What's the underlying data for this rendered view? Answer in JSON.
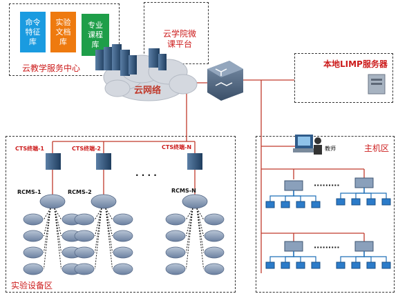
{
  "cloud_center": {
    "title": "云教学服务中心",
    "tiles": [
      {
        "label": "命令\n特征\n库",
        "color": "#1a9be0"
      },
      {
        "label": "实验\n文档\n库",
        "color": "#ee7a0f"
      },
      {
        "label": "专业\n课程\n库",
        "color": "#1e9e49"
      }
    ]
  },
  "micro_platform": {
    "title": "云学院微\n课平台"
  },
  "cloud_network": {
    "label": "云网络"
  },
  "local_server": {
    "title": "本地LIMP服务器"
  },
  "lab_zone": {
    "title": "实验设备区",
    "terminals": [
      "CTS终端-1",
      "CTS终端-2",
      "CTS终端-N"
    ],
    "rcms": [
      "RCMS-1",
      "RCMS-2",
      "RCMS-N"
    ],
    "ellipsis": "· · · ·"
  },
  "host_zone": {
    "title": "主机区",
    "teacher": "教师",
    "ellipsis": "·········"
  },
  "colors": {
    "link": "#c0392b",
    "cloud": "#d4d8df",
    "device": "#3e6a96",
    "switch": "#8aa0bb"
  }
}
